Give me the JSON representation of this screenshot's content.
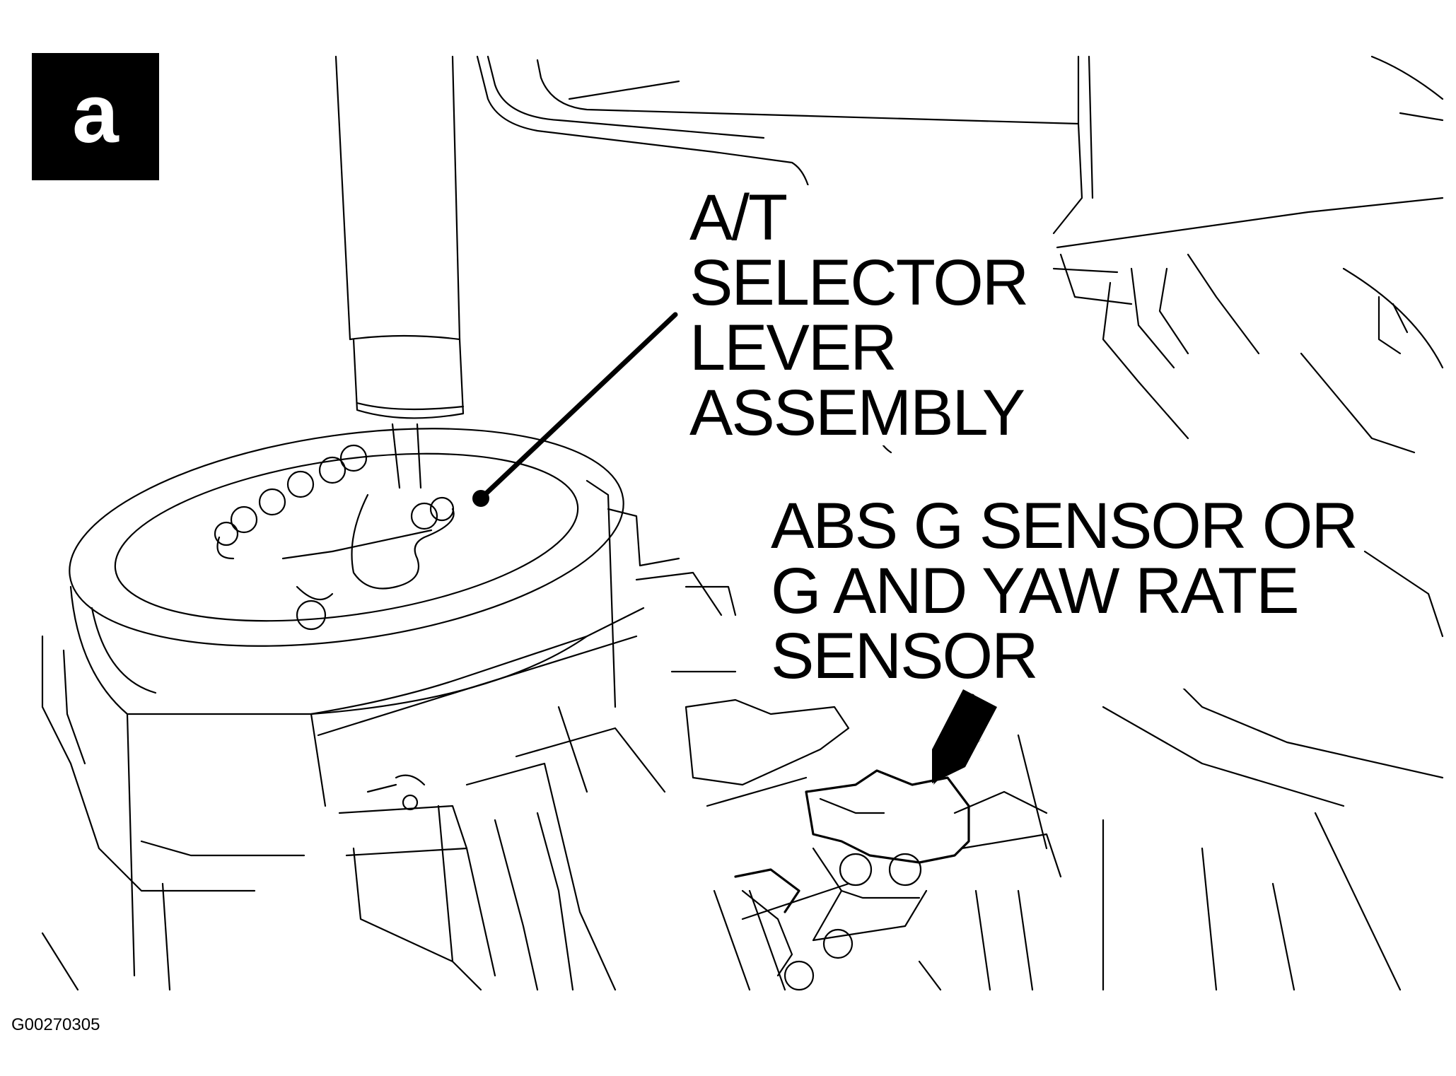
{
  "badge": {
    "letter": "a"
  },
  "labels": {
    "selector": [
      "A/T",
      "SELECTOR",
      "LEVER",
      "ASSEMBLY"
    ],
    "sensor": [
      "ABS G SENSOR OR",
      "G AND YAW RATE",
      "SENSOR"
    ]
  },
  "figure_code": "G00270305"
}
